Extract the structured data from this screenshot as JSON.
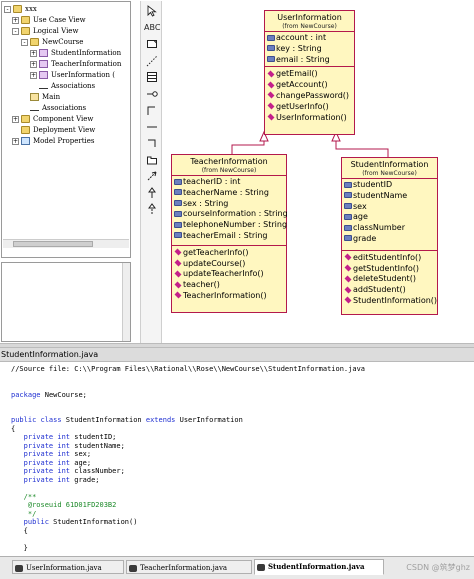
{
  "browser_tree": [
    {
      "label": "xxx",
      "level": 0,
      "toggle": "-",
      "icon": "folder"
    },
    {
      "label": "Use Case View",
      "level": 1,
      "toggle": "+",
      "icon": "folder"
    },
    {
      "label": "Logical View",
      "level": 1,
      "toggle": "-",
      "icon": "folder"
    },
    {
      "label": "NewCourse",
      "level": 2,
      "toggle": "-",
      "icon": "folder"
    },
    {
      "label": "StudentInformation",
      "level": 3,
      "toggle": "+",
      "icon": "cls"
    },
    {
      "label": "TeacherInformation",
      "level": 3,
      "toggle": "+",
      "icon": "cls"
    },
    {
      "label": "UserInformation (",
      "level": 3,
      "toggle": "+",
      "icon": "cls"
    },
    {
      "label": "Associations",
      "level": 3,
      "toggle": "",
      "icon": "assoc"
    },
    {
      "label": "Main",
      "level": 2,
      "toggle": "",
      "icon": "main"
    },
    {
      "label": "Associations",
      "level": 2,
      "toggle": "",
      "icon": "assoc"
    },
    {
      "label": "Component View",
      "level": 1,
      "toggle": "+",
      "icon": "folder"
    },
    {
      "label": "Deployment View",
      "level": 1,
      "toggle": "",
      "icon": "folder"
    },
    {
      "label": "Model Properties",
      "level": 1,
      "toggle": "+",
      "icon": "model"
    }
  ],
  "toolbox": {
    "tools": [
      "pointer",
      "ABC",
      "note",
      "anchor",
      "class",
      "interface",
      "association",
      "unidirectional",
      "aggregation",
      "package",
      "dependency",
      "generalization",
      "realization"
    ]
  },
  "classes": {
    "user": {
      "name": "UserInformation",
      "stereo": "(from NewCourse)",
      "attributes": [
        "account : int",
        "key : String",
        "email : String"
      ],
      "operations": [
        "getEmail()",
        "getAccount()",
        "changePassword()",
        "getUserInfo()",
        "UserInformation()"
      ]
    },
    "teacher": {
      "name": "TeacherInformation",
      "stereo": "(from NewCourse)",
      "attributes": [
        "teacherID : int",
        "teacherName : String",
        "sex : String",
        "courseInformation : String",
        "telephoneNumber : String",
        "teacherEmail : String"
      ],
      "operations": [
        "getTeacherInfo()",
        "updateCourse()",
        "updateTeacherInfo()",
        "teacher()",
        "TeacherInformation()"
      ]
    },
    "student": {
      "name": "StudentInformation",
      "stereo": "(from NewCourse)",
      "attributes": [
        "studentID",
        "studentName",
        "sex",
        "age",
        "classNumber",
        "grade"
      ],
      "operations": [
        "editStudentInfo()",
        "getStudentInfo()",
        "deleteStudent()",
        "addStudent()",
        "StudentInformation()"
      ]
    }
  },
  "code_window": {
    "title": "StudentInformation.java",
    "lines": [
      [
        {
          "t": "//Source file: C:\\\\Program Files\\\\Rational\\\\Rose\\\\NewCourse\\\\StudentInformation.java",
          "c": ""
        }
      ],
      [],
      [],
      [
        {
          "t": "package",
          "c": "kw"
        },
        {
          "t": " NewCourse;",
          "c": ""
        }
      ],
      [],
      [],
      [
        {
          "t": "public class",
          "c": "kw"
        },
        {
          "t": " StudentInformation ",
          "c": ""
        },
        {
          "t": "extends",
          "c": "kw"
        },
        {
          "t": " UserInformation",
          "c": ""
        }
      ],
      [
        {
          "t": "{",
          "c": ""
        }
      ],
      [
        {
          "t": "   private int",
          "c": "kw"
        },
        {
          "t": " studentID;",
          "c": ""
        }
      ],
      [
        {
          "t": "   private int",
          "c": "kw"
        },
        {
          "t": " studentName;",
          "c": ""
        }
      ],
      [
        {
          "t": "   private int",
          "c": "kw"
        },
        {
          "t": " sex;",
          "c": ""
        }
      ],
      [
        {
          "t": "   private int",
          "c": "kw"
        },
        {
          "t": " age;",
          "c": ""
        }
      ],
      [
        {
          "t": "   private int",
          "c": "kw"
        },
        {
          "t": " classNumber;",
          "c": ""
        }
      ],
      [
        {
          "t": "   private int",
          "c": "kw"
        },
        {
          "t": " grade;",
          "c": ""
        }
      ],
      [],
      [
        {
          "t": "   /**",
          "c": "cm"
        }
      ],
      [
        {
          "t": "    @roseuid 61D01FD203B2",
          "c": "cm"
        }
      ],
      [
        {
          "t": "    */",
          "c": "cm"
        }
      ],
      [
        {
          "t": "   public",
          "c": "kw"
        },
        {
          "t": " StudentInformation()",
          "c": ""
        }
      ],
      [
        {
          "t": "   {",
          "c": ""
        }
      ],
      [],
      [
        {
          "t": "   }",
          "c": ""
        }
      ]
    ]
  },
  "tabs": [
    {
      "label": "UserInformation.java",
      "active": false
    },
    {
      "label": "TeacherInformation.java",
      "active": false
    },
    {
      "label": "StudentInformation.java",
      "active": true
    }
  ],
  "watermark": "CSDN @筑梦ghz",
  "colors": {
    "class_fill": "#fff7c0",
    "class_border": "#b3194c",
    "keyword": "#1f2fd1",
    "comment": "#1d8a2a"
  }
}
